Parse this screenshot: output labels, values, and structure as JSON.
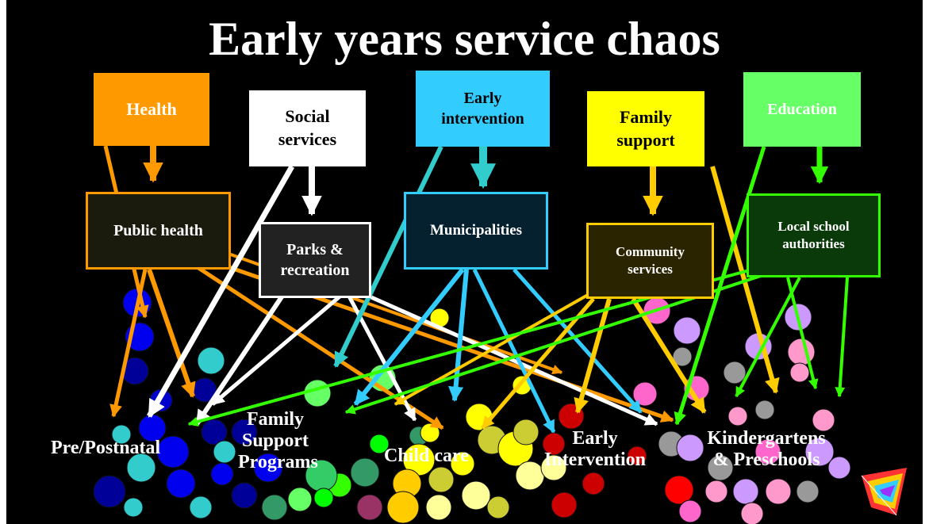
{
  "title": "Early years service chaos",
  "top_boxes": {
    "health": "Health",
    "social": "Social\nservices",
    "early_intervention": "Early\nintervention",
    "family_support": "Family\nsupport",
    "education": "Education"
  },
  "mid_boxes": {
    "public_health": "Public health",
    "parks": "Parks &\nrecreation",
    "municipalities": "Municipalities",
    "community": "Community\nservices",
    "local_school": "Local school\nauthorities"
  },
  "destinations": {
    "prenatal": "Pre/Postnatal",
    "family_programs": "Family\nSupport\nPrograms",
    "child_care": "Child care",
    "early_intervention": "Early\nIntervention",
    "kindergartens": "Kindergartens\n& Preschools"
  },
  "colors": {
    "health": "#ff9900",
    "social": "#ffffff",
    "early_intervention": "#33ccff",
    "family_support": "#ffff00",
    "education": "#66ff66",
    "education_arrow": "#33ff00",
    "background": "#000000"
  },
  "decorative_icon": "kite-icon"
}
